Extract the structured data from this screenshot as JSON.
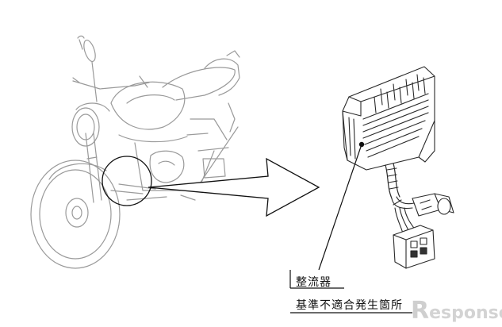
{
  "callout": {
    "part_name": "整流器",
    "defect_location": "基準不適合発生箇所"
  },
  "watermark": {
    "letter": "R",
    "text": "esponse."
  },
  "colors": {
    "line_light": "#9a9a9a",
    "line_dark": "#111111",
    "watermark": "#d3d3d3"
  }
}
